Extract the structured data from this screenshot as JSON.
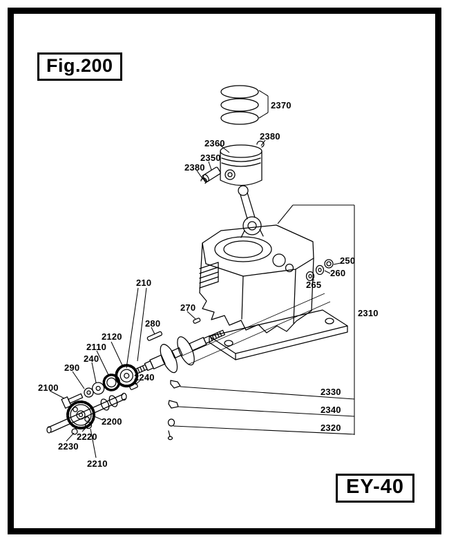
{
  "figure": {
    "title": "Fig.200",
    "model": "EY-40"
  },
  "colors": {
    "ink": "#000000",
    "paper": "#ffffff"
  },
  "callouts": [
    {
      "part": "2370"
    },
    {
      "part": "2380"
    },
    {
      "part": "2360"
    },
    {
      "part": "2350"
    },
    {
      "part": "2380"
    },
    {
      "part": "250"
    },
    {
      "part": "260"
    },
    {
      "part": "265"
    },
    {
      "part": "2310"
    },
    {
      "part": "210"
    },
    {
      "part": "270"
    },
    {
      "part": "280"
    },
    {
      "part": "2120"
    },
    {
      "part": "2110"
    },
    {
      "part": "240"
    },
    {
      "part": "290"
    },
    {
      "part": "2100"
    },
    {
      "part": "2240"
    },
    {
      "part": "2200"
    },
    {
      "part": "2330"
    },
    {
      "part": "2340"
    },
    {
      "part": "2320"
    },
    {
      "part": "2220"
    },
    {
      "part": "2230"
    },
    {
      "part": "2210"
    }
  ]
}
